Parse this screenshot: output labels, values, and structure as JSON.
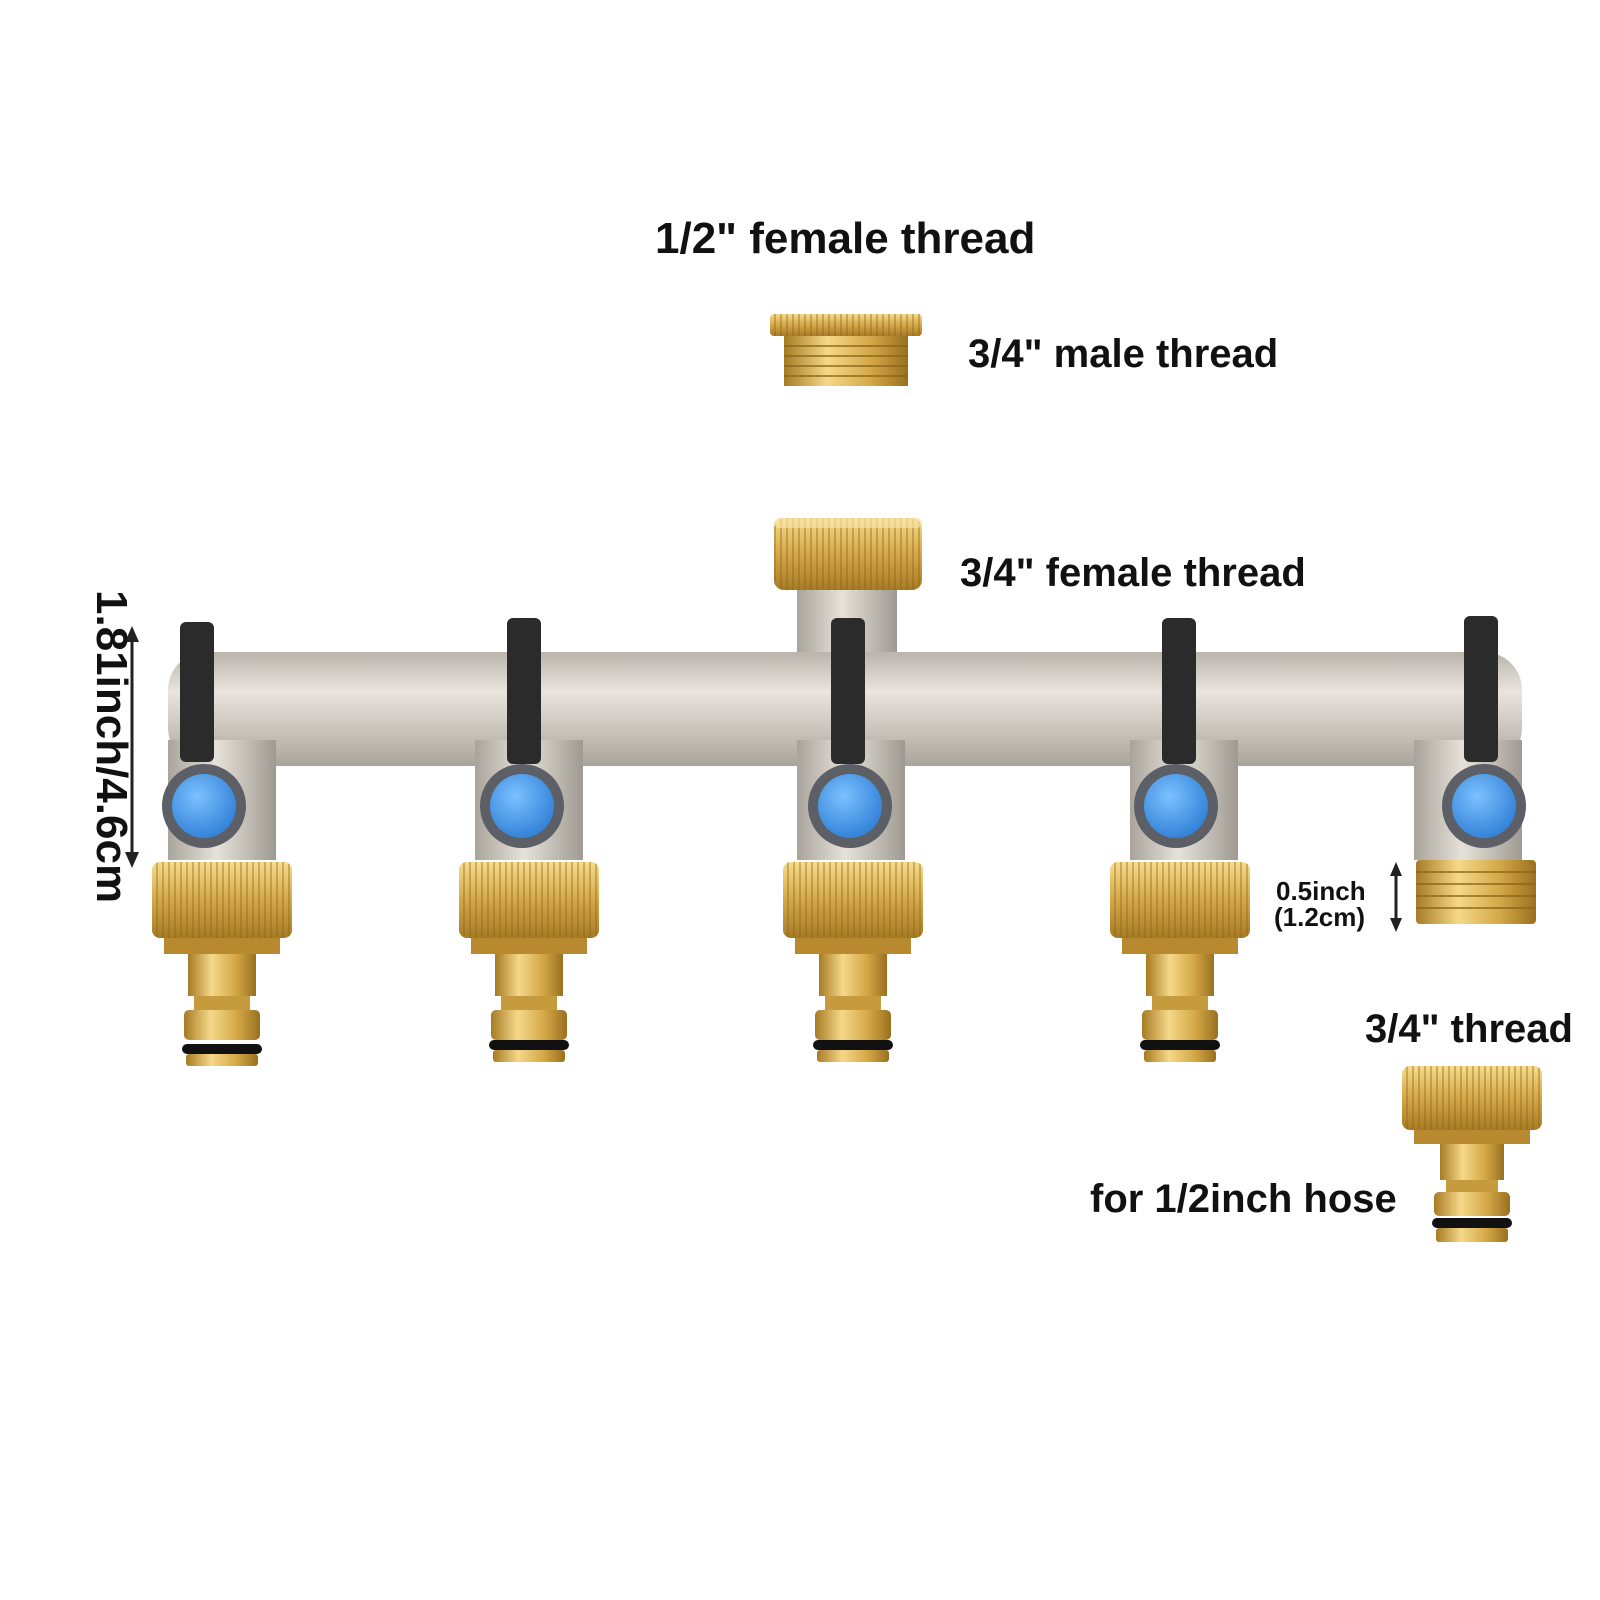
{
  "labels": {
    "top_thread": "1/2\" female thread",
    "male_thread": "3/4\" male thread",
    "female_thread": "3/4\" female thread",
    "thread_34": "3/4\" thread",
    "hose": "for 1/2inch hose",
    "small_inch": "0.5inch",
    "small_cm": "(1.2cm)",
    "height_dim": "1.81inch/4.6cm"
  },
  "colors": {
    "brass": "#d9b35a",
    "brass_dark": "#a57a25",
    "body_metal": "#d5d0c8",
    "handle": "#2b2b2b",
    "valve_blue": "#3a8fe6",
    "valve_ring": "#5c5f66"
  }
}
